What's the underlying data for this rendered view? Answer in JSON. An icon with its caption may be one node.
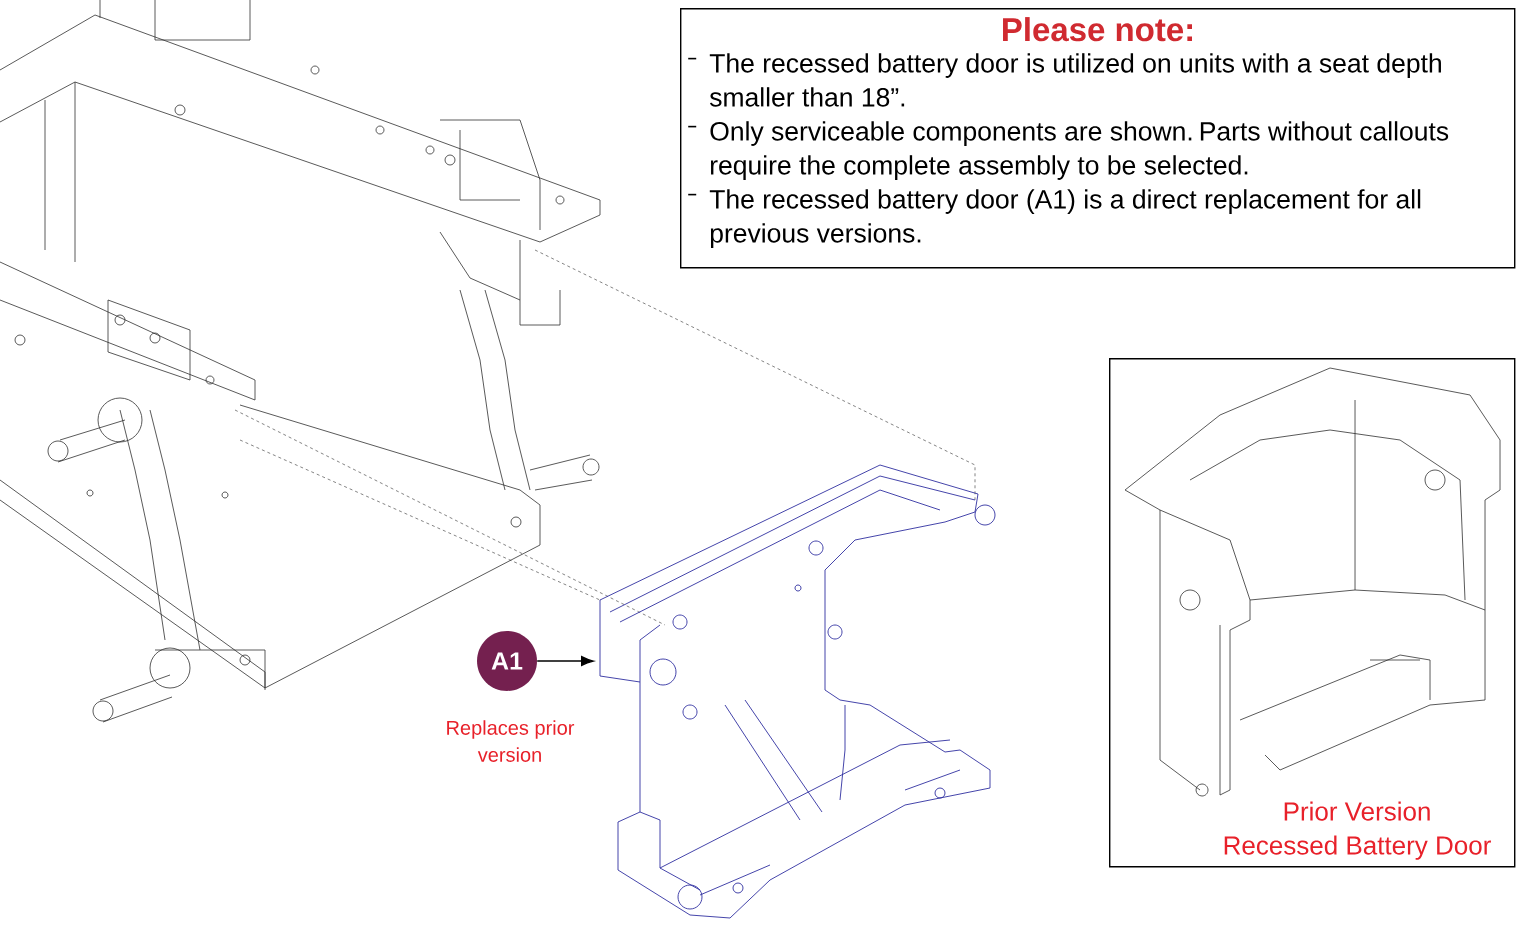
{
  "diagram": {
    "nodes": [
      {
        "text": [
          "Please note:",
          "The recessed battery door is utilized on units with a seat depth smaller than 18”.",
          "Only serviceable components are shown. Parts without callouts require the complete assembly to be selected.",
          "The recessed battery door (A1) is a direct replacement for all previous versions."
        ]
      },
      {
        "text": [
          "A1"
        ],
        "beside": [
          "Replaces prior version"
        ]
      },
      {
        "text": [],
        "shape": "picture"
      },
      {
        "text": [
          "Prior Version Recessed Battery Door"
        ]
      }
    ],
    "edges": [
      {
        "from": 1,
        "to": 2,
        "arrow": "to"
      }
    ]
  }
}
